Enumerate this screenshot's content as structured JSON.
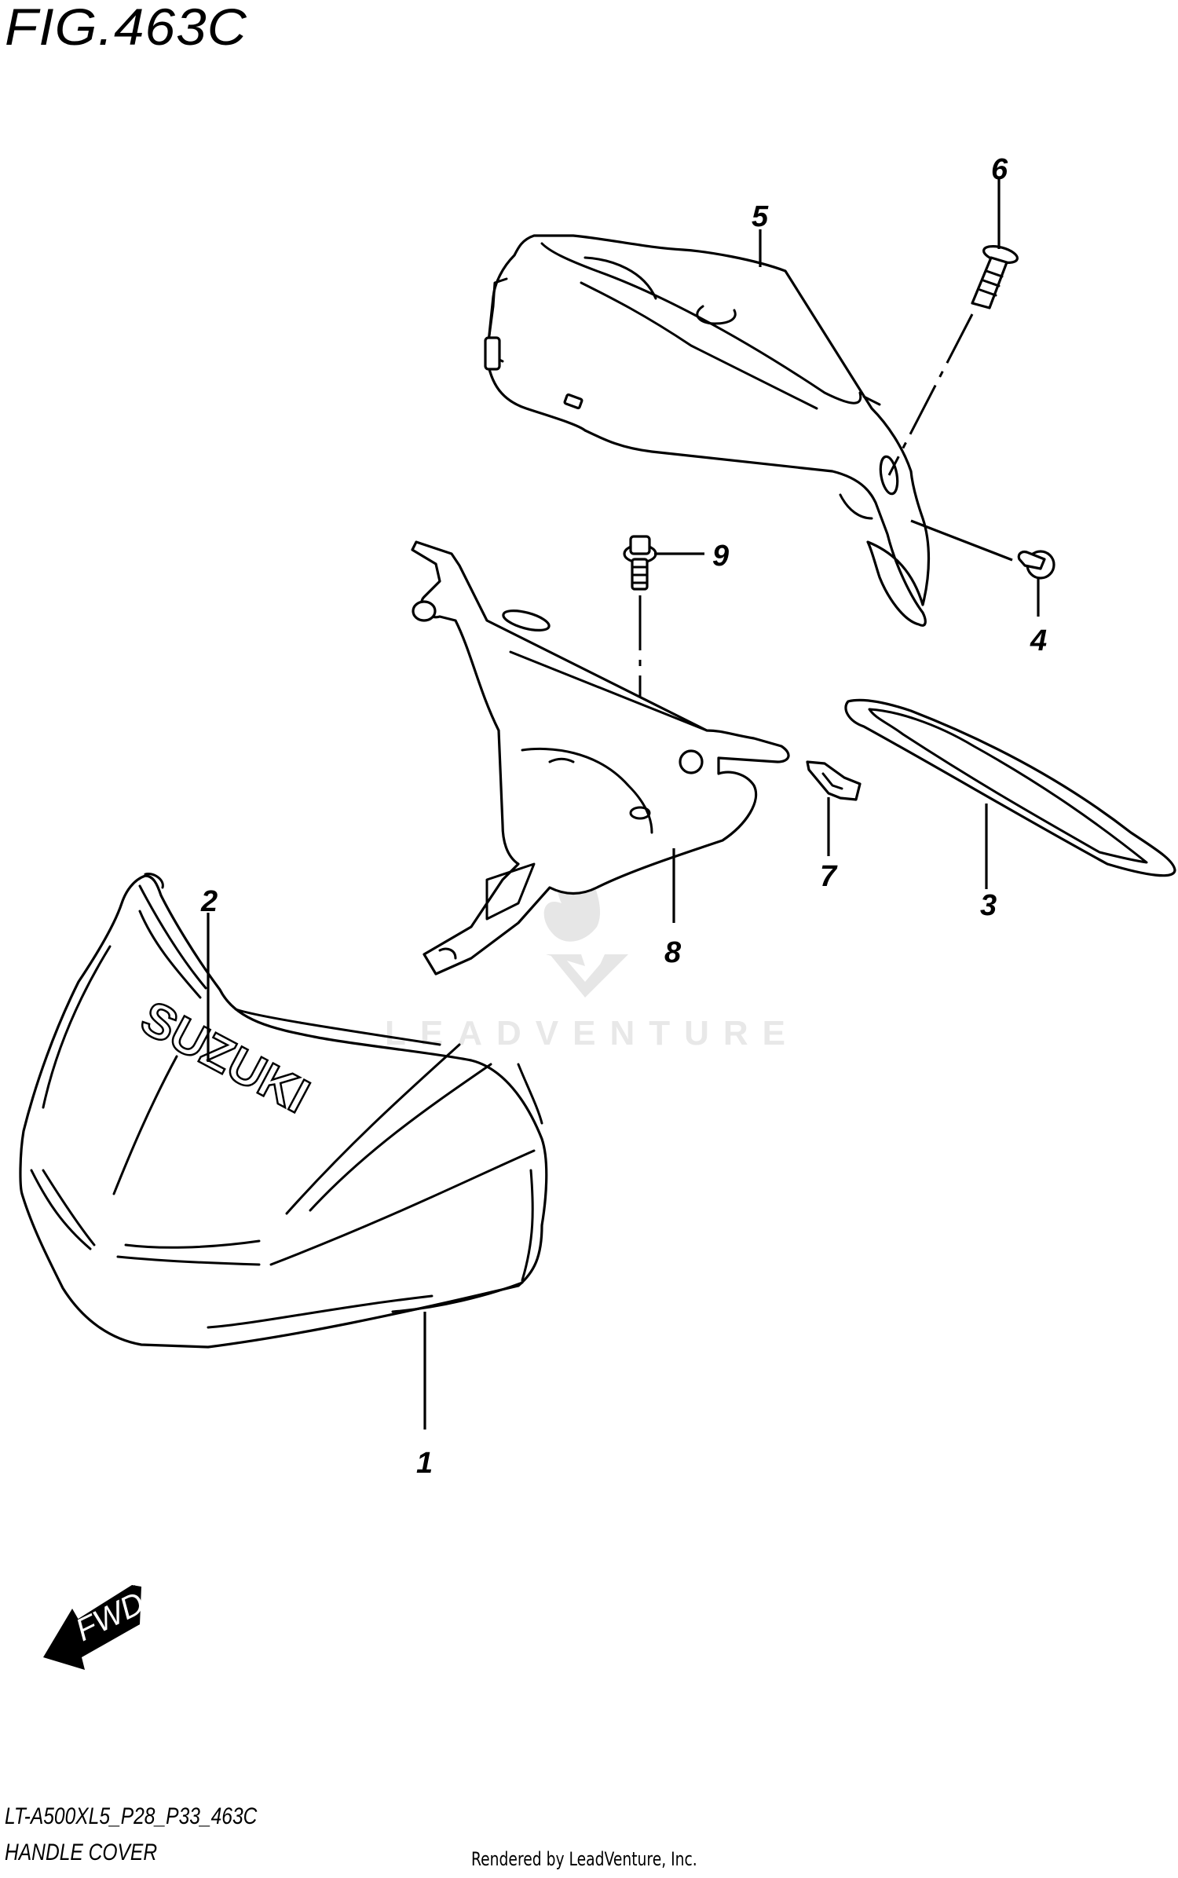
{
  "figure": {
    "title": "FIG.463C",
    "model_code": "LT-A500XL5_P28_P33_463C",
    "section_name": "HANDLE COVER",
    "credit": "Rendered by LeadVenture, Inc.",
    "watermark": "LEADVENTURE",
    "direction_label": "FWD"
  },
  "callouts": [
    {
      "number": "1",
      "part": "handle-cover-front"
    },
    {
      "number": "2",
      "part": "suzuki-emblem"
    },
    {
      "number": "3",
      "part": "handle-cover-trim"
    },
    {
      "number": "4",
      "part": "clip-nut"
    },
    {
      "number": "5",
      "part": "handle-cover-rear"
    },
    {
      "number": "6",
      "part": "screw"
    },
    {
      "number": "7",
      "part": "clip"
    },
    {
      "number": "8",
      "part": "handle-cover-bracket"
    },
    {
      "number": "9",
      "part": "bolt"
    }
  ],
  "emblem_text": "SUZUKI",
  "colors": {
    "line": "#000000",
    "background": "#ffffff",
    "watermark": "#e6e6e6"
  }
}
